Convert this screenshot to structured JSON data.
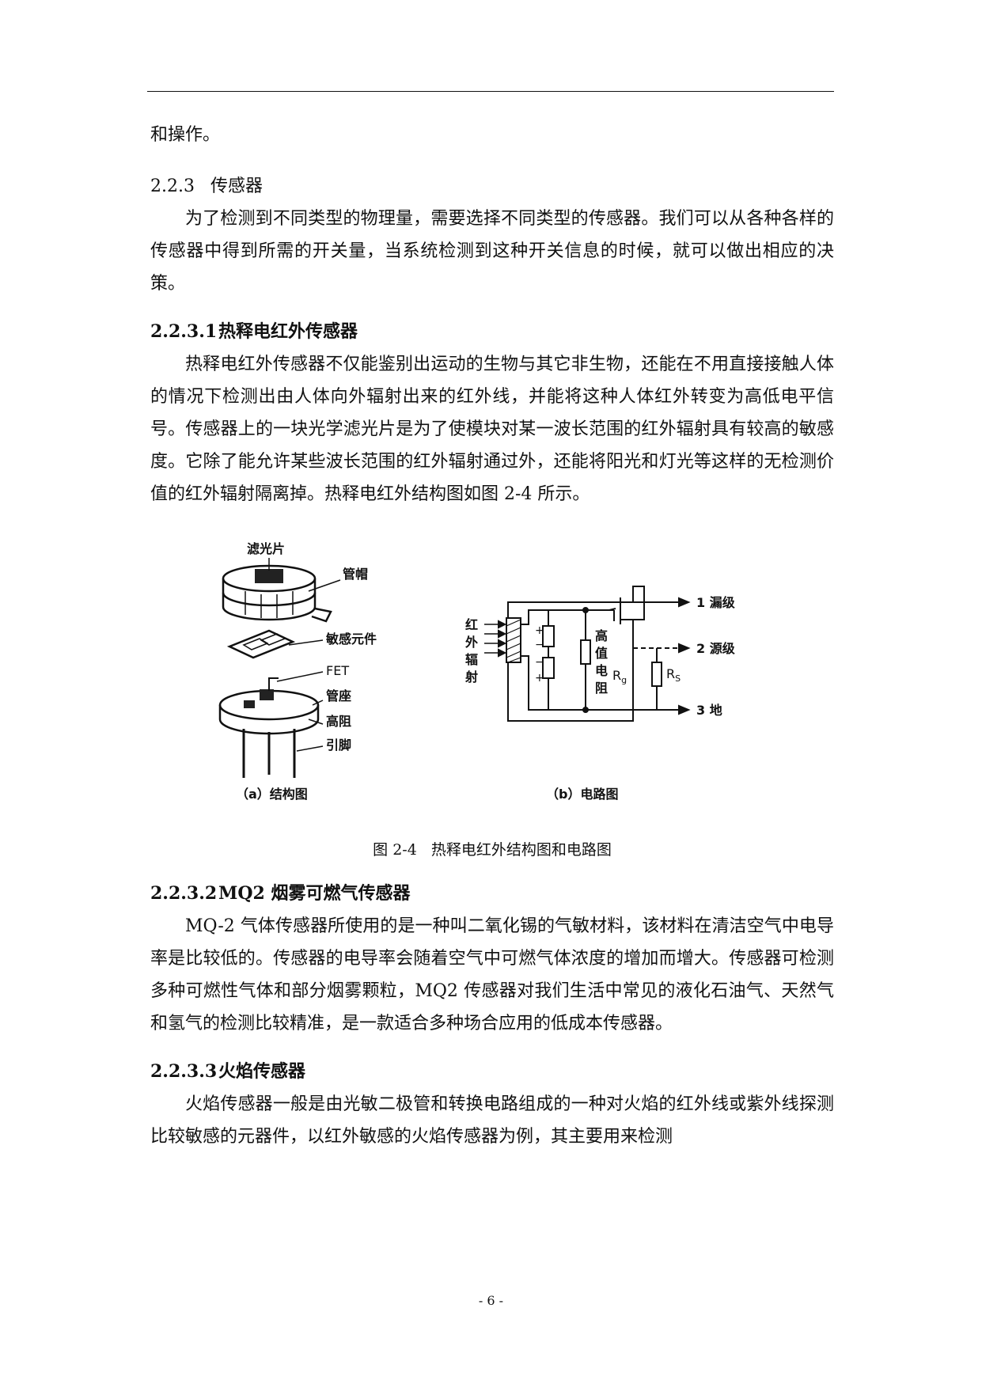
{
  "page": {
    "continuation": "和操作。",
    "page_number": "- 6 -"
  },
  "section_223": {
    "number": "2.2.3",
    "title": "传感器",
    "paragraph": "为了检测到不同类型的物理量，需要选择不同类型的传感器。我们可以从各种各样的传感器中得到所需的开关量，当系统检测到这种开关信息的时候，就可以做出相应的决策。"
  },
  "section_2231": {
    "number": "2.2.3.1",
    "title": "热释电红外传感器",
    "paragraph": "热释电红外传感器不仅能鉴别出运动的生物与其它非生物，还能在不用直接接触人体的情况下检测出由人体向外辐射出来的红外线，并能将这种人体红外转变为高低电平信号。传感器上的一块光学滤光片是为了使模块对某一波长范围的红外辐射具有较高的敏感度。它除了能允许某些波长范围的红外辐射通过外，还能将阳光和灯光等这样的无检测价值的红外辐射隔离掉。热释电红外结构图如图 2-4 所示。"
  },
  "figure": {
    "caption_number": "图 2-4",
    "caption_text": "热释电红外结构图和电路图",
    "panel_a": {
      "label": "（a）结构图",
      "parts": [
        "滤光片",
        "管帽",
        "敏感元件",
        "FET",
        "管座",
        "高阻",
        "引脚"
      ]
    },
    "panel_b": {
      "label": "（b）电路图",
      "input_label": [
        "红",
        "外",
        "辐",
        "射"
      ],
      "resistor_text": [
        "高",
        "值",
        "电",
        "阻"
      ],
      "rg": "R",
      "rg_sub": "g",
      "rs": "R",
      "rs_sub": "S",
      "outputs": [
        "1  漏级",
        "2  源级",
        "3  地"
      ]
    }
  },
  "section_2232": {
    "number": "2.2.3.2",
    "title": "MQ2 烟雾可燃气传感器",
    "paragraph": "MQ-2 气体传感器所使用的是一种叫二氧化锡的气敏材料，该材料在清洁空气中电导率是比较低的。传感器的电导率会随着空气中可燃气体浓度的增加而增大。传感器可检测多种可燃性气体和部分烟雾颗粒，MQ2 传感器对我们生活中常见的液化石油气、天然气和氢气的检测比较精准，是一款适合多种场合应用的低成本传感器。"
  },
  "section_2233": {
    "number": "2.2.3.3",
    "title": "火焰传感器",
    "paragraph": "火焰传感器一般是由光敏二极管和转换电路组成的一种对火焰的红外线或紫外线探测比较敏感的元器件，以红外敏感的火焰传感器为例，其主要用来检测"
  }
}
